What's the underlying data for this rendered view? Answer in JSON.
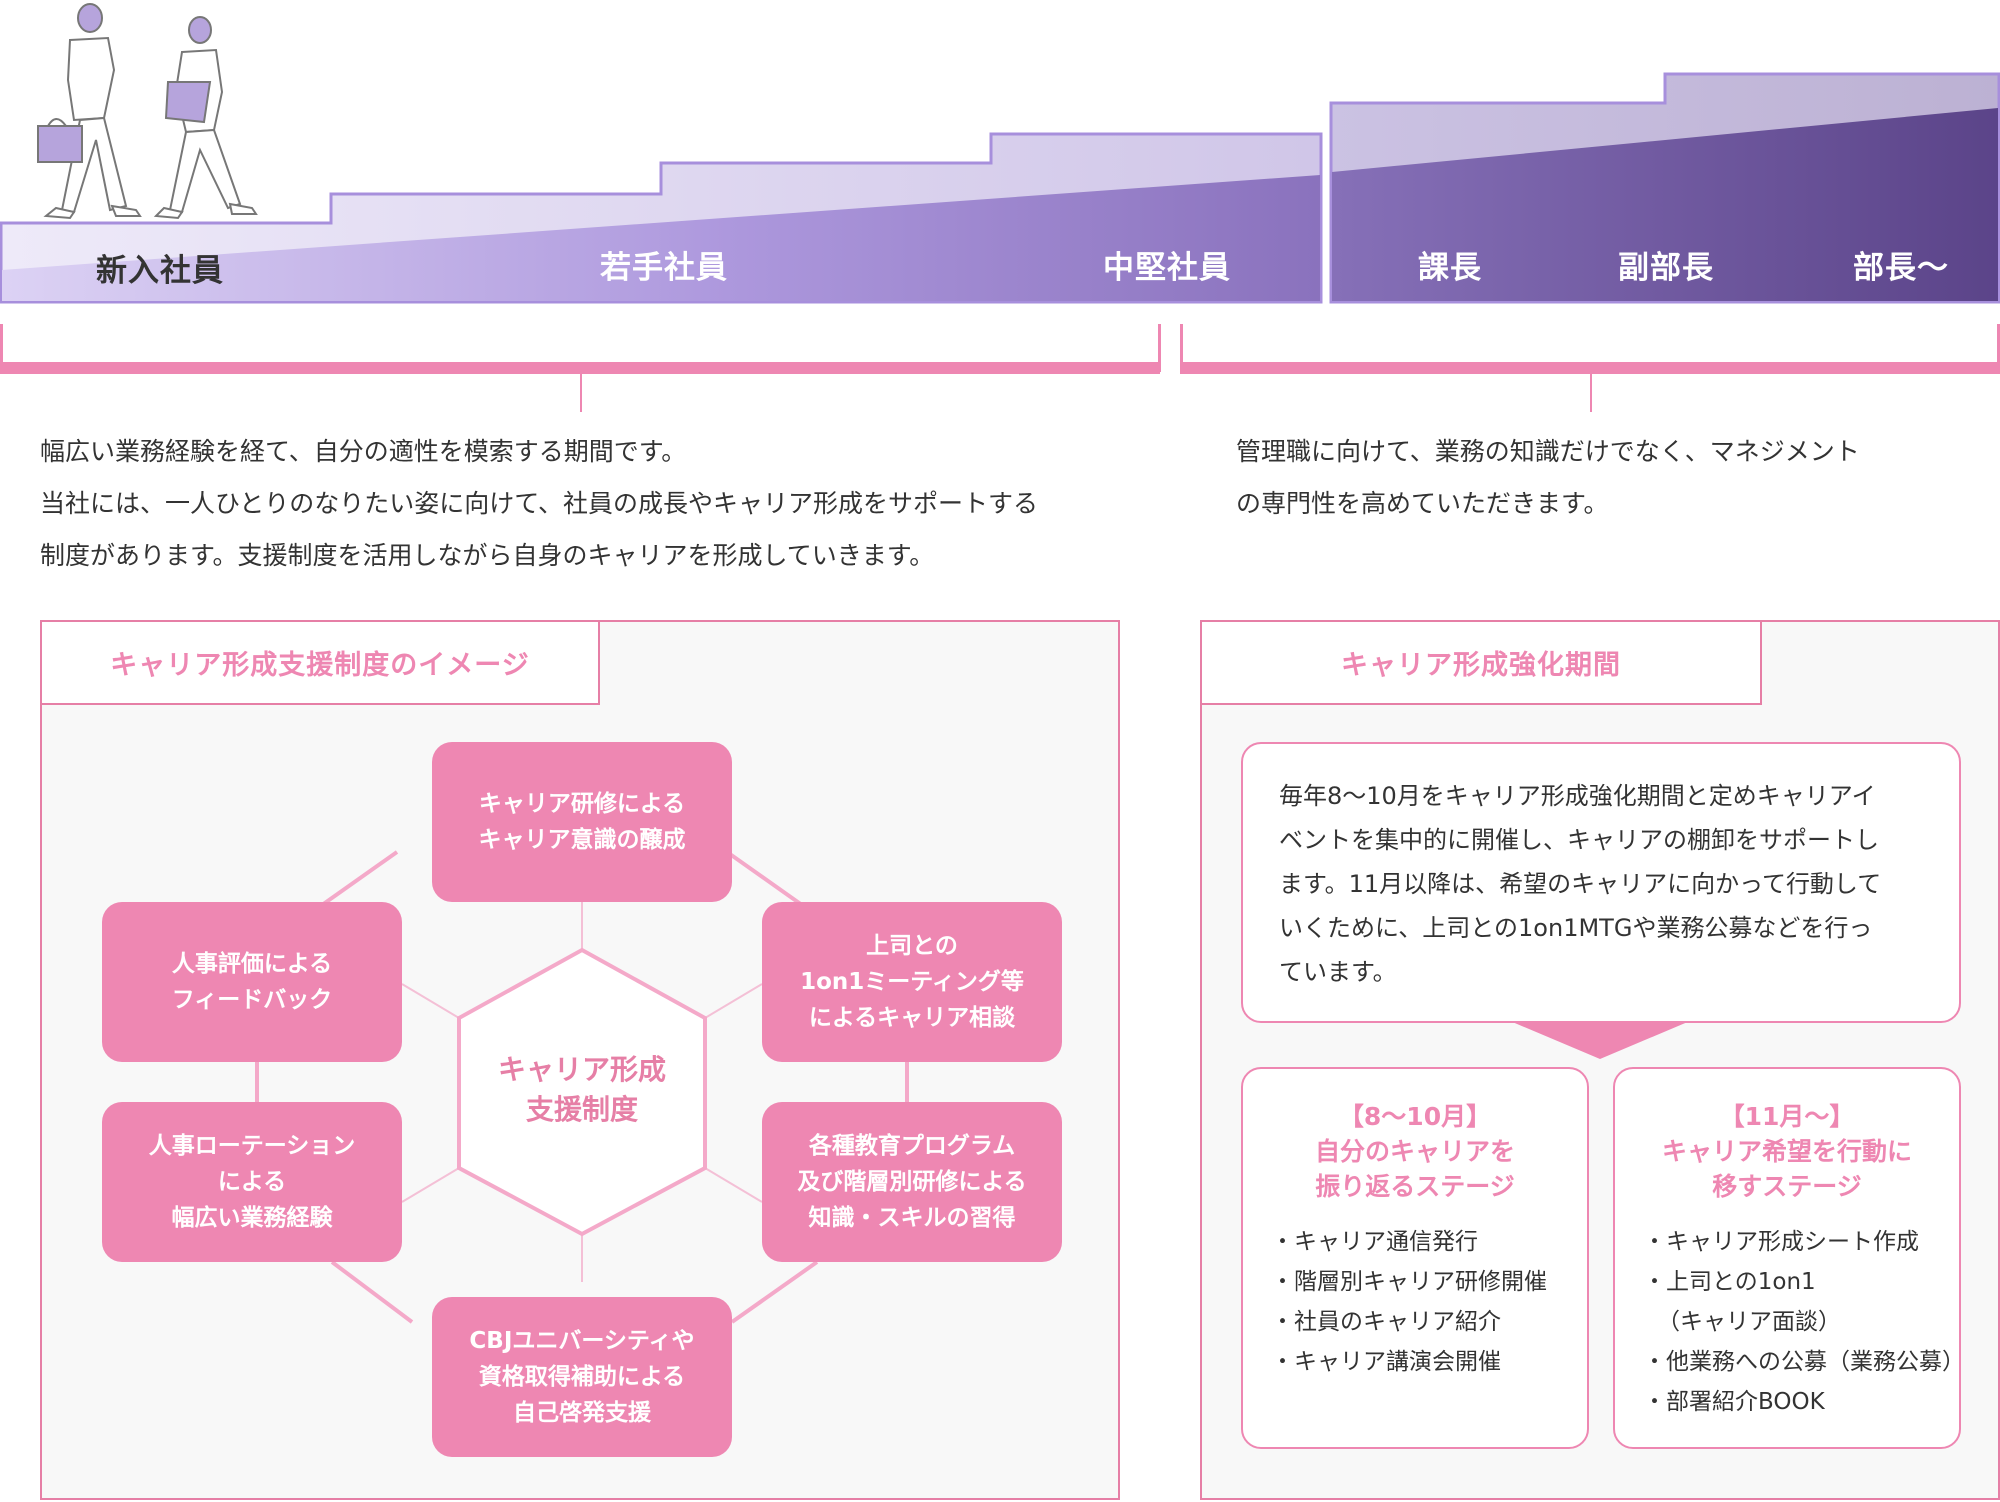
{
  "stairs": {
    "stages": [
      "新入社員",
      "若手社員",
      "中堅社員",
      "課長",
      "副部長",
      "部長〜"
    ],
    "colors": {
      "light": "#e6e0f6",
      "mid": "#a891d8",
      "dark": "#5b4489",
      "outline": "#a78fdc"
    }
  },
  "brackets": {
    "color": "#ee87b2"
  },
  "descriptions": {
    "left": [
      "幅広い業務経験を経て、自分の適性を模索する期間です。",
      "当社には、一人ひとりのなりたい姿に向けて、社員の成長やキャリア形成をサポートする",
      "制度があります。支援制度を活用しながら自身のキャリアを形成していきます。"
    ],
    "right": [
      "管理職に向けて、業務の知識だけでなく、マネジメント",
      "の専門性を高めていただきます。"
    ]
  },
  "support_panel": {
    "title": "キャリア形成支援制度のイメージ",
    "center": [
      "キャリア形成",
      "支援制度"
    ],
    "nodes": {
      "top": [
        "キャリア研修による",
        "キャリア意識の醸成"
      ],
      "upper_left": [
        "人事評価による",
        "フィードバック"
      ],
      "upper_right": [
        "上司との",
        "1on1ミーティング等",
        "によるキャリア相談"
      ],
      "lower_left": [
        "人事ローテーション",
        "による",
        "幅広い業務経験"
      ],
      "lower_right": [
        "各種教育プログラム",
        "及び階層別研修による",
        "知識・スキルの習得"
      ],
      "bottom": [
        "CBJユニバーシティや",
        "資格取得補助による",
        "自己啓発支援"
      ]
    }
  },
  "period_panel": {
    "title": "キャリア形成強化期間",
    "intro": [
      "毎年8〜10月をキャリア形成強化期間と定めキャリアイ",
      "ベントを集中的に開催し、キャリアの棚卸をサポートし",
      "ます。11月以降は、希望のキャリアに向かって行動して",
      "いくために、上司との1on1MTGや業務公募などを行っ",
      "ています。"
    ],
    "stage1": {
      "title": [
        "【8〜10月】",
        "自分のキャリアを",
        "振り返るステージ"
      ],
      "items": [
        "・キャリア通信発行",
        "・階層別キャリア研修開催",
        "・社員のキャリア紹介",
        "・キャリア講演会開催"
      ]
    },
    "stage2": {
      "title": [
        "【11月〜】",
        "キャリア希望を行動に",
        "移すステージ"
      ],
      "items": [
        "・キャリア形成シート作成",
        "・上司との1on1",
        "（キャリア面談）",
        "・他業務への公募（業務公募）",
        "・部署紹介BOOK"
      ]
    }
  }
}
